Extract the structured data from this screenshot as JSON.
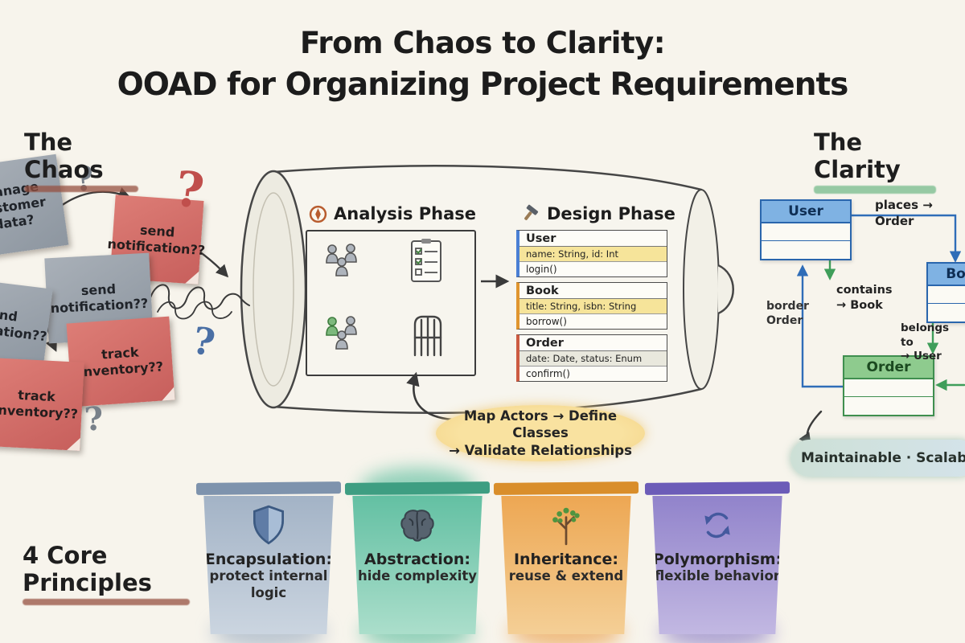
{
  "title": {
    "line1": "From Chaos to Clarity:",
    "line2": "OOAD for Organizing Project Requirements"
  },
  "sections": {
    "chaos_heading": "The Chaos",
    "clarity_heading": "The Clarity",
    "principles_heading": "4 Core Principles"
  },
  "chaos": {
    "notes": [
      {
        "text": "manage customer data?"
      },
      {
        "text": "send notification??"
      },
      {
        "text": "send notification??"
      },
      {
        "text": "send notification??"
      },
      {
        "text": "track inventory??"
      },
      {
        "text": "track inventory??"
      }
    ],
    "qmarks": [
      "?",
      "?",
      "?",
      "?"
    ]
  },
  "funnel": {
    "analysis_heading": "Analysis Phase",
    "design_heading": "Design Phase",
    "design_classes": [
      {
        "name": "User",
        "attrs": "name: String, id: Int",
        "method": "login()"
      },
      {
        "name": "Book",
        "attrs": "title: String, isbn: String",
        "method": "borrow()"
      },
      {
        "name": "Order",
        "attrs": "date: Date, status: Enum",
        "method": "confirm()"
      }
    ],
    "bubble_line1": "Map Actors → Define Classes",
    "bubble_line2": "→ Validate Relationships"
  },
  "clarity": {
    "user_class": "User",
    "book_class": "Book",
    "order_class": "Order",
    "label_places": "places → Order",
    "label_contains_1": "contains",
    "label_contains_2": "→ Book",
    "label_belongs_1": "belongs to",
    "label_belongs_2": "→ User",
    "label_order_1": "border",
    "label_order_2": "Order",
    "bubble": "Maintainable · Scalable · C"
  },
  "principles": {
    "cards": [
      {
        "title": "Encapsulation:",
        "line1": "protect internal",
        "line2": "logic"
      },
      {
        "title": "Abstraction:",
        "line1": "hide complexity",
        "line2": ""
      },
      {
        "title": "Inheritance:",
        "line1": "reuse & extend",
        "line2": ""
      },
      {
        "title": "Polymorphism:",
        "line1": "flexible behavior",
        "line2": ""
      }
    ]
  },
  "colors": {
    "accent_red_note": "#c75f5c",
    "accent_gray_note": "#8d96a0",
    "user_header_blue": "#7fb2e3",
    "order_header_green": "#8ecb8e",
    "card_encapsulation": "#9fb0c4",
    "card_abstraction": "#5fbfa0",
    "card_inheritance": "#eca14c",
    "card_polymorphism": "#8d7fc7",
    "map_bubble_yellow": "#f6dd97"
  }
}
